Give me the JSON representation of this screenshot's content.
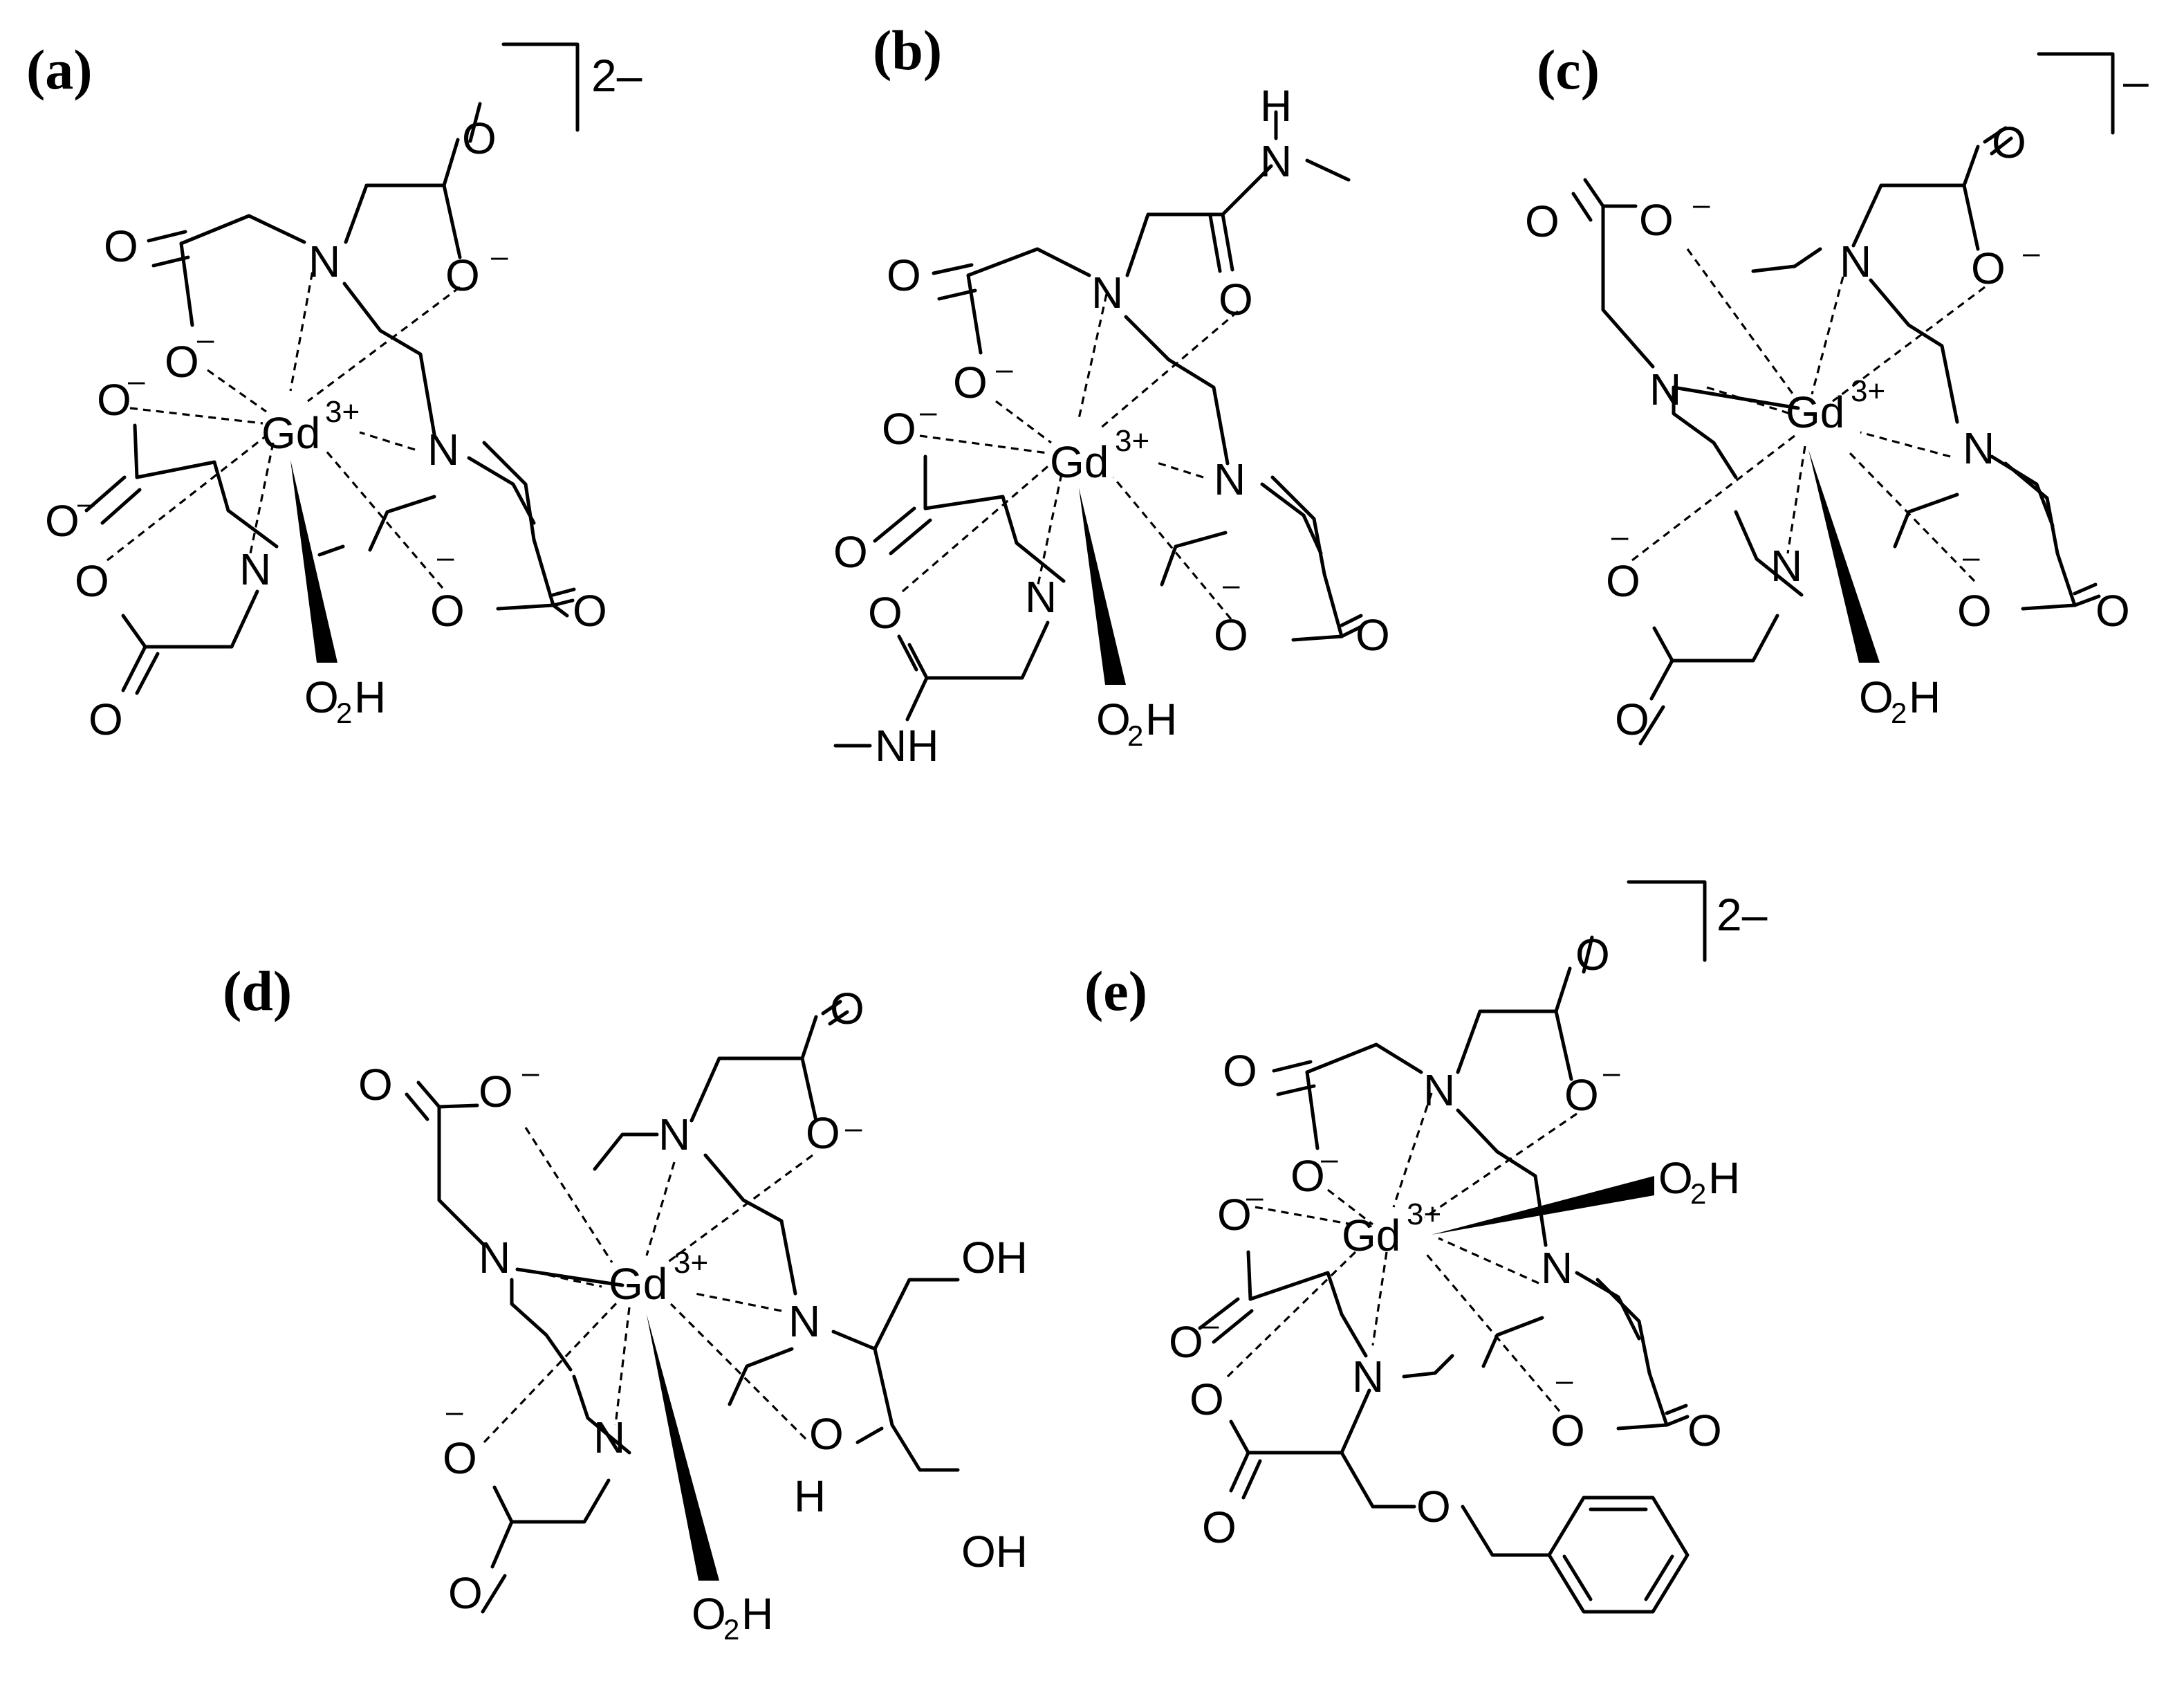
{
  "panels": [
    {
      "label": "(a)",
      "charge": "2–",
      "metal": "Gd",
      "metal_charge": "3+",
      "amines": [
        "N",
        "N",
        "N",
        "N"
      ],
      "oxygens": [
        "O",
        "O",
        "O",
        "O",
        "O",
        "O",
        "O",
        "O"
      ],
      "anion_signs": [
        "–",
        "–",
        "–",
        "–"
      ],
      "water": "O",
      "water_sub": "2",
      "water_h": "H"
    },
    {
      "label": "(b)",
      "metal": "Gd",
      "metal_charge": "3+",
      "amines": [
        "N",
        "N",
        "N",
        "N"
      ],
      "oxygens": [
        "O",
        "O",
        "O",
        "O",
        "O",
        "O",
        "O",
        "O"
      ],
      "anion_signs": [
        "–",
        "–",
        "–"
      ],
      "amide_nh_top": [
        "H",
        "N"
      ],
      "amide_nh_bottom": "NH",
      "water": "O",
      "water_sub": "2",
      "water_h": "H"
    },
    {
      "label": "(c)",
      "charge": "–",
      "metal": "Gd",
      "metal_charge": "3+",
      "amines": [
        "N",
        "N",
        "N",
        "N"
      ],
      "oxygens": [
        "O",
        "O",
        "O",
        "O",
        "O",
        "O"
      ],
      "anion_signs": [
        "–",
        "–",
        "–",
        "–"
      ],
      "water": "O",
      "water_sub": "2",
      "water_h": "H"
    },
    {
      "label": "(d)",
      "metal": "Gd",
      "metal_charge": "3+",
      "amines": [
        "N",
        "N",
        "N",
        "N"
      ],
      "oxygens": [
        "O",
        "O",
        "O",
        "O",
        "O",
        "O"
      ],
      "anion_signs": [
        "–",
        "–",
        "–"
      ],
      "hydroxyls": [
        "OH",
        "OH"
      ],
      "coord_oh": [
        "O",
        "H"
      ],
      "water": "O",
      "water_sub": "2",
      "water_h": "H"
    },
    {
      "label": "(e)",
      "charge": "2–",
      "metal": "Gd",
      "metal_charge": "3+",
      "amines": [
        "N",
        "N",
        "N"
      ],
      "oxygens": [
        "O",
        "O",
        "O",
        "O",
        "O",
        "O",
        "O",
        "O",
        "O"
      ],
      "anion_signs": [
        "–",
        "–",
        "–",
        "–"
      ],
      "water": "O",
      "water_sub": "2",
      "water_h": "H"
    }
  ]
}
